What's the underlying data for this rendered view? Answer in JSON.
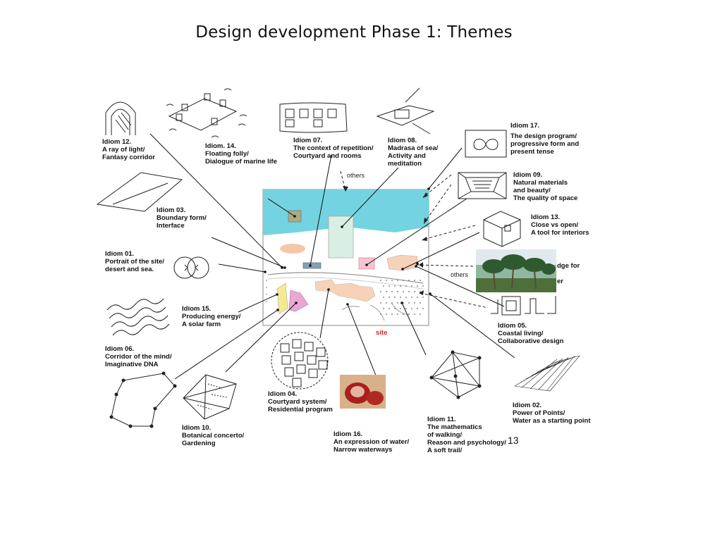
{
  "title": "Design development Phase 1: Themes",
  "page_number": "13",
  "site_label": "site",
  "others_label": "others",
  "idioms": {
    "i12": [
      "Idiom 12.",
      "A ray of light/",
      "Fantasy corridor"
    ],
    "i14": [
      "Idiom. 14.",
      "Floating folly/",
      "Dialogue of marine life"
    ],
    "i07": [
      "Idiom 07.",
      "The context of repetition/",
      "Courtyard and rooms"
    ],
    "i08": [
      "Idiom 08.",
      "Madrasa of sea/",
      "Activity and",
      "meditation"
    ],
    "i17": [
      "Idiom 17.",
      "The design program/",
      "progressive form and",
      "present tense"
    ],
    "i09": [
      "Idiom 09.",
      "Natural materials",
      "and beauty/",
      "The quality of space"
    ],
    "i03": [
      "Idiom 03.",
      "Boundary form/",
      "Interface"
    ],
    "i13": [
      "Idiom 13.",
      "Close vs open/",
      "A tool for interiors"
    ],
    "i01": [
      "Idiom 01.",
      "Portrait of the site/",
      "desert and sea."
    ],
    "i18": [
      "dge for",
      "",
      "er"
    ],
    "i15": [
      "Idiom 15.",
      "Producing energy/",
      "A solar farm"
    ],
    "i05": [
      "Idiom 05.",
      "Coastal living/",
      "Collaborative design"
    ],
    "i06": [
      "Idiom 06.",
      "Corridor of the mind/",
      "Imaginative DNA"
    ],
    "i04": [
      "Idiom 04.",
      "Courtyard system/",
      "Residential program"
    ],
    "i02": [
      "Idiom 02.",
      "Power of Points/",
      "Water as a starting point"
    ],
    "i10": [
      "Idiom 10.",
      "Botanical concerto/",
      "Gardening"
    ],
    "i16": [
      "Idiom 16.",
      "An expression of water/",
      "Narrow waterways"
    ],
    "i11": [
      "Idiom 11.",
      "The mathematics",
      "of walking/",
      "Reason and psychology/",
      "A soft trail/"
    ]
  },
  "colors": {
    "sea": "#74d3e0",
    "building": "#f5d2b8",
    "pink": "#f7c4d4",
    "solar_yellow": "#f3ea92",
    "solar_pink": "#e9a7d4",
    "oval": "#f4c7a8",
    "mint": "#d9efe4",
    "olive": "#a9ab86",
    "steelblue": "#7fa3b4",
    "site_red": "#e02020"
  }
}
